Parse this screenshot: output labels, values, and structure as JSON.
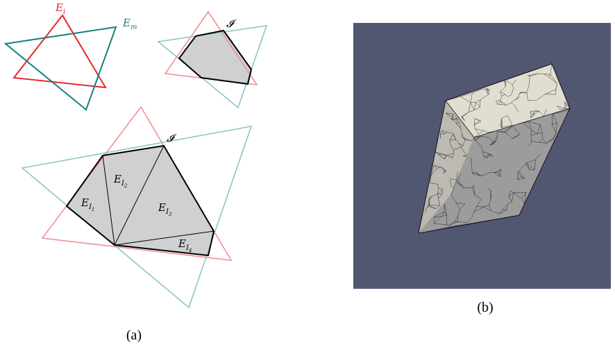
{
  "panel_a": {
    "top_left": {
      "label_red": "E",
      "label_red_sub": "i",
      "label_teal": "E",
      "label_teal_sub": "m"
    },
    "top_right": {
      "label_intersection": "𝓘"
    },
    "bottom": {
      "label_intersection": "𝓘",
      "sub_elements": [
        {
          "main": "E",
          "sub": "I",
          "subsub": "1"
        },
        {
          "main": "E",
          "sub": "I",
          "subsub": "2"
        },
        {
          "main": "E",
          "sub": "I",
          "subsub": "3"
        },
        {
          "main": "E",
          "sub": "I",
          "subsub": "4"
        }
      ]
    },
    "caption": "(a)"
  },
  "panel_b": {
    "caption": "(b)",
    "background_color": "#515671"
  },
  "colors": {
    "red": "#e8262a",
    "teal": "#12807c",
    "light_red": "#f19094",
    "light_teal": "#8cc5c8",
    "fill": "#d0d0d0"
  }
}
